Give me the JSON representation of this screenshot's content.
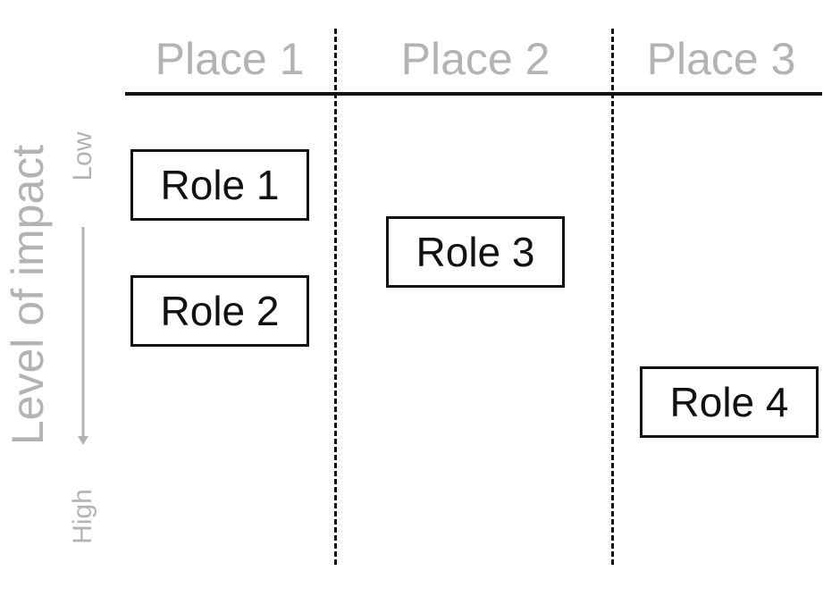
{
  "columns": [
    "Place 1",
    "Place 2",
    "Place 3"
  ],
  "roles": [
    "Role 1",
    "Role 2",
    "Role 3",
    "Role 4"
  ],
  "axis": {
    "title": "Level of impact",
    "low_label": "Low",
    "high_label": "High"
  },
  "colors": {
    "header_text": "#b3b3b3",
    "axis_text": "#b3b3b3",
    "lines": "#111111",
    "box_border": "#111111"
  }
}
